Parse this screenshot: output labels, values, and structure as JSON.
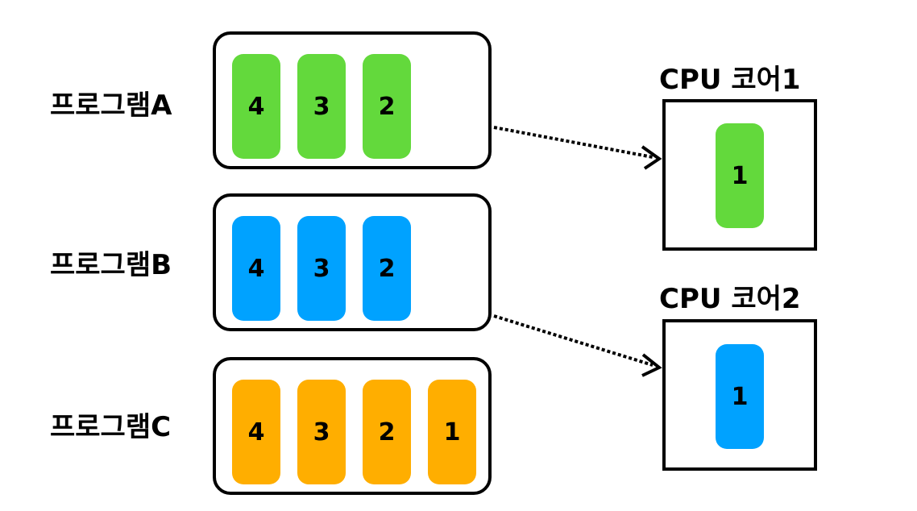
{
  "colors": {
    "green": "#63d93c",
    "blue": "#00a2ff",
    "orange": "#ffae00",
    "stroke": "#000000"
  },
  "programs": [
    {
      "label": "프로그램A",
      "color": "green",
      "tasks": [
        "4",
        "3",
        "2"
      ]
    },
    {
      "label": "프로그램B",
      "color": "blue",
      "tasks": [
        "4",
        "3",
        "2"
      ]
    },
    {
      "label": "프로그램C",
      "color": "orange",
      "tasks": [
        "4",
        "3",
        "2",
        "1"
      ]
    }
  ],
  "cores": [
    {
      "title": "CPU 코어1",
      "task": "1",
      "color": "green"
    },
    {
      "title": "CPU 코어2",
      "task": "1",
      "color": "blue"
    }
  ]
}
